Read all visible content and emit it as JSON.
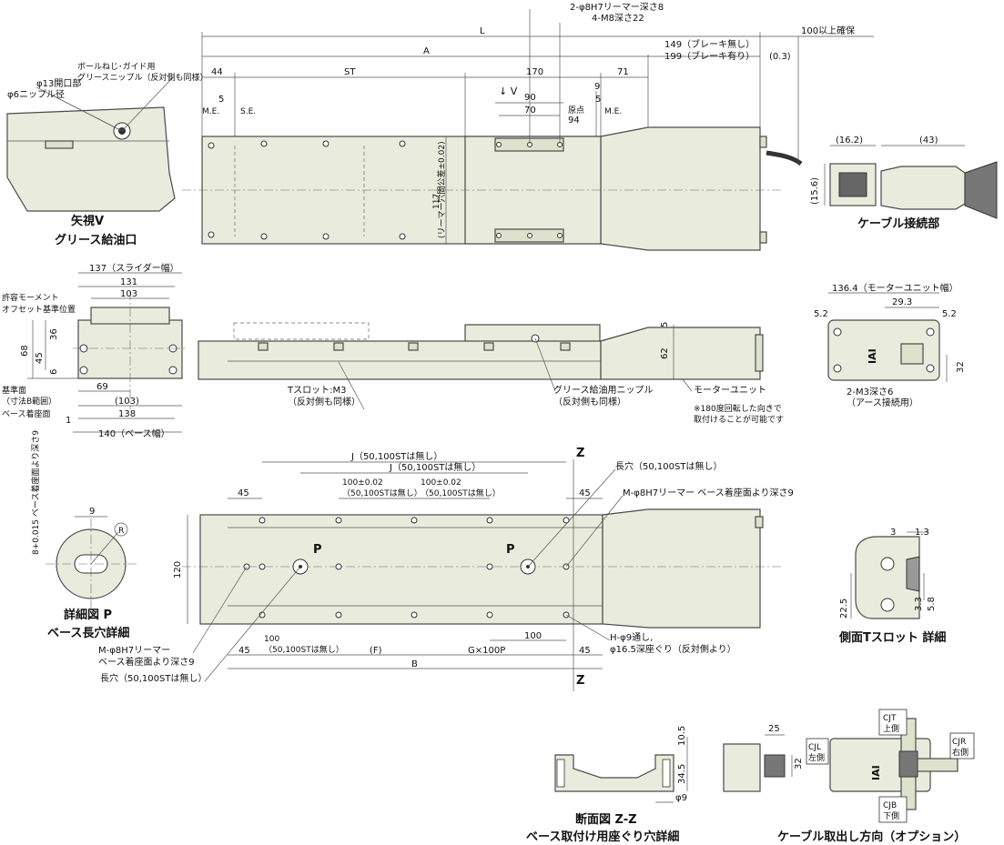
{
  "dimensions": {
    "L": "L",
    "A": "A",
    "d44": "44",
    "ST": "ST",
    "d170": "170",
    "d71": "71",
    "clearance": "100以上確保",
    "brake_none": "149（ブレーキ無し）",
    "brake_with": "199（ブレーキ有り）",
    "d03": "(0.3)",
    "reamer_top": "2-φ8H7リーマー深さ8",
    "m8": "4-M8深さ22",
    "d90": "90",
    "d70": "70",
    "d9": "9",
    "d5a": "5",
    "d5b": "5",
    "d94": "94",
    "origin": "原点",
    "me": "M.E.",
    "se": "S.E.",
    "me2": "M.E.",
    "view_v": "↓ V",
    "d117": "117",
    "reamer_pitch": "(リーマー穴間公差±0.02)",
    "d137": "137（スライダー幅）",
    "d131": "131",
    "d103": "103",
    "moment_a": "許容モーメント",
    "moment_b": "オフセット基準位置",
    "d68": "68",
    "d36": "36",
    "d45v": "45",
    "d6": "6",
    "ref_face": "基準面",
    "ref_range": "（寸法B範囲）",
    "base_face": "ベース着座面",
    "d69": "69",
    "d103p": "(103)",
    "d138": "138",
    "d1": "1",
    "d140": "140（ベース幅）",
    "d5c": "5",
    "d62": "62",
    "tslot": "Tスロット:M3",
    "tslot2": "（反対側も同様）",
    "grease_nipple": "グリース給油用ニップル",
    "grease_nipple2": "（反対側も同様）",
    "motor_unit": "モーターユニット",
    "rot_note1": "※180度回転した向きで",
    "rot_note2": "取付けることが可能です",
    "cable_d162": "(16.2)",
    "cable_d43": "(43)",
    "cable_d156": "(15.6)",
    "cable_title": "ケーブル接続部",
    "motor_w": "136.4（モーターユニット幅）",
    "d293": "29.3",
    "d52a": "5.2",
    "d52b": "5.2",
    "d32": "32",
    "m3_earth": "2-M3深さ6",
    "m3_earth2": "（アース接続用）",
    "v_ball": "ボールねじ･ガイド用",
    "v_nipple": "グリースニップル（反対側も同様）",
    "v_phi13": "φ13開口部",
    "v_phi6": "φ6ニップル径",
    "v_title1": "矢視V",
    "v_title2": "グリース給油口",
    "J_top": "J（50,100STは無し）",
    "J_top2": "J（50,100STは無し）",
    "d45_tl": "45",
    "d45_tr": "45",
    "d100a": "100±0.02",
    "d100a2": "（50,100STは無し）",
    "d100b": "100±0.02",
    "d100b2": "（50,100STは無し）",
    "z_top": "Z",
    "z_bot": "Z",
    "long_hole_r": "長穴（50,100STは無し）",
    "reamer_base": "M-φ8H7リーマー ベース着座面より深さ9",
    "d120": "120",
    "p1": "P",
    "p2": "P",
    "d45_bl": "45",
    "d100c": "100",
    "d100c2": "（50,100STは無し）",
    "F": "(F)",
    "G": "G×100P",
    "d100d": "100",
    "d45_br": "45",
    "B": "B",
    "H_hole": "H-φ9通し,",
    "H_hole2": "φ16.5深座ぐり（反対側より）",
    "reamer_bl1": "M-φ8H7リーマー",
    "reamer_bl2": "ベース着座面より深さ9",
    "long_hole_l": "長穴（50,100STは無し）",
    "p_d9": "9",
    "p_R": "R",
    "p_depth": "8+0.015 ベース着座面より深さ9",
    "p_title1": "詳細図 P",
    "p_title2": "ベース長穴詳細",
    "ts_d3": "3",
    "ts_d13": "1.3",
    "ts_d225": "22.5",
    "ts_d33": "3.3",
    "ts_d58": "5.8",
    "ts_title": "側面Tスロット 詳細",
    "zz_d105": "10.5",
    "zz_d345": "34.5",
    "zz_phi9": "φ9",
    "zz_title1": "断面図 Z-Z",
    "zz_title2": "ベース取付け用座ぐり穴詳細",
    "co_d25": "25",
    "co_d32": "32",
    "cjt": "CJT",
    "cjt2": "上側",
    "cjl": "CJL",
    "cjl2": "左側",
    "cjr": "CJR",
    "cjr2": "右側",
    "cjb": "CJB",
    "cjb2": "下側",
    "co_title": "ケーブル取出し方向（オプション）",
    "iai": "IAI"
  }
}
